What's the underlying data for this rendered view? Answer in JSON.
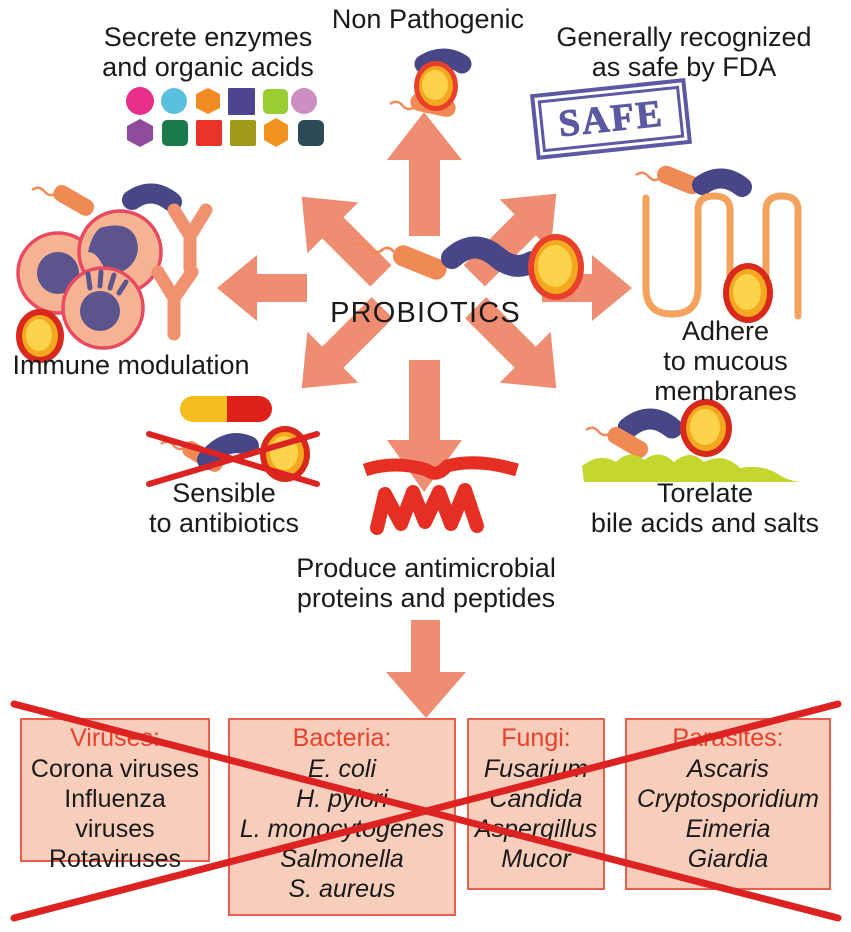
{
  "figure": {
    "center_label": "PROBIOTICS",
    "benefits": [
      {
        "id": "secrete-enzymes",
        "text": "Secrete enzymes\nand organic acids",
        "direction": "up-left"
      },
      {
        "id": "non-pathogenic",
        "text": "Non Pathogenic",
        "direction": "up"
      },
      {
        "id": "gras-fda",
        "text": "Generally recognized\nas safe by FDA",
        "direction": "up-right"
      },
      {
        "id": "immune-modulation",
        "text": "Immune modulation",
        "direction": "left"
      },
      {
        "id": "adhere-mucous",
        "text": "Adhere\nto mucous membranes",
        "direction": "right"
      },
      {
        "id": "sensible-antibiotics",
        "text": "Sensible\nto antibiotics",
        "direction": "down-left"
      },
      {
        "id": "antimicrobial",
        "text": "Produce antimicrobial\nproteins and peptides",
        "direction": "down"
      },
      {
        "id": "torelate-bile",
        "text": "Torelate\nbile acids and salts",
        "direction": "down-right"
      }
    ],
    "stamp_label": "SAFE",
    "pathogen_boxes": [
      {
        "header": "Viruses:",
        "italic": false,
        "items": [
          "Corona viruses",
          "Influenza viruses",
          "Rotaviruses"
        ]
      },
      {
        "header": "Bacteria:",
        "italic": true,
        "items": [
          "E. coli",
          "H. pylori",
          "L. monocytogenes",
          "Salmonella",
          "S. aureus"
        ]
      },
      {
        "header": "Fungi:",
        "italic": true,
        "items": [
          "Fusarium",
          "Candida",
          "Aspergillus",
          "Mucor"
        ]
      },
      {
        "header": "Parasites:",
        "italic": true,
        "items": [
          "Ascaris",
          "Cryptosporidium",
          "Eimeria",
          "Giardia"
        ]
      }
    ],
    "icons": {
      "rod_bacterium": "rod-bacterium-with-flagellum-icon",
      "curved_bacillus": "curved-bacillus-icon",
      "yeast_cell": "yeast-cell-icon",
      "antibody": "antibody-y-icon",
      "immune_cell": "immune-cell-icon",
      "capsule_pill": "capsule-pill-icon",
      "mucous_membrane": "mucous-membrane-villi-icon",
      "bile_layer": "bile-layer-icon",
      "peptide_squiggle": "antimicrobial-peptide-squiggle-icon",
      "cross_out": "red-cross-out-icon",
      "molecule_shapes": "enzyme-molecule-shapes-icon"
    },
    "colors": {
      "arrow": "#ee8d72",
      "box_fill": "#f7cdbb",
      "box_border": "#e8604c",
      "header_red": "#e8402a",
      "cross_red": "#dd2222",
      "bacillus_purple": "#474787",
      "rod_orange": "#f08a55",
      "yeast_yellow": "#fbc531",
      "yeast_ring": "#e8402a",
      "stamp_purple": "#5b59a3",
      "bile_green": "#c3d72e",
      "peptide_red": "#e62e22",
      "cell_fill": "#f5b394",
      "cell_ring": "#e84a5f",
      "text": "#1a1a1a"
    },
    "molecule_palette_row1": [
      "#e8308a",
      "#5bc0de",
      "#f08a22",
      "#4b4592",
      "#9acd32",
      "#cc8fc1"
    ],
    "molecule_palette_row2": [
      "#8e4b9c",
      "#1a7a4c",
      "#e8322a",
      "#a09a18",
      "#f0921f",
      "#2e4a57"
    ]
  }
}
